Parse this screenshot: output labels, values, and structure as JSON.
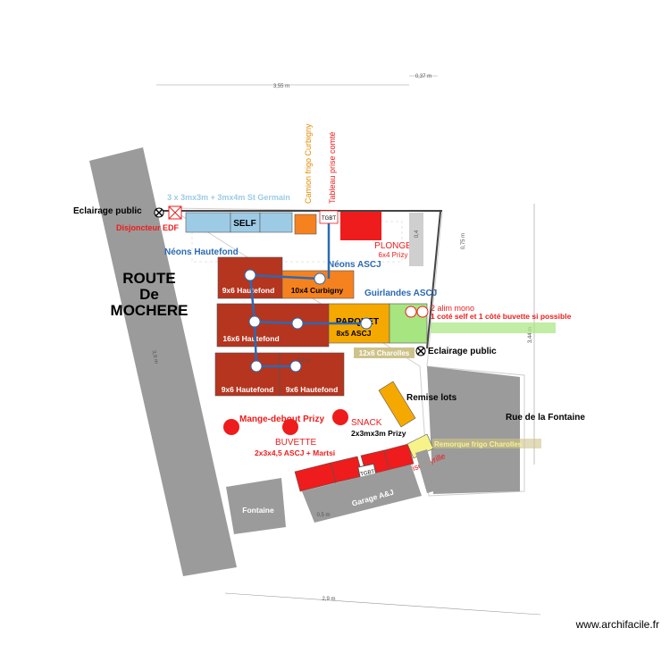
{
  "labels": {
    "road": [
      "ROUTE",
      "De",
      "MOCHERE"
    ],
    "self": "SELF",
    "tgbt": "TGBT",
    "tent_st_germain": "3 x 3mx3m + 3mx4m St Germain",
    "camion_frigo": "Camion frigo Curbigny",
    "tableau_prise": "Tableau prise comté",
    "eclairage_public": "Eclairage public",
    "disjoncteur": "Disjoncteur EDF",
    "plonge": "PLONGE",
    "plonge_size": "6x4 Prizy",
    "neons_hautefond": "Néons Hautefond",
    "neons_ascj": "Néons ASCJ",
    "tent_9x6_top": "9x6 Hautefond",
    "tent_10x4": "10x4 Curbigny",
    "guirlandes": "Guirlandes ASCJ",
    "alim_mono_1": "2 alim mono",
    "alim_mono_2": "1 coté self et 1 côté buvette si possible",
    "tent_16x6": "16x6 Hautefond",
    "parquet": "PARQUET",
    "parquet_size": "8x5 ASCJ",
    "tent_12x6": "12x6 Charolles",
    "eclairage_public_2": "Eclairage public",
    "tent_9x6_left": "9x6 Hautefond",
    "tent_9x6_right": "9x6 Hautefond",
    "remise_lots": "Remise lots",
    "rue_fontaine": "Rue de la Fontaine",
    "mange_debout": "Mange-debout Prizy",
    "snack": "SNACK",
    "snack_size": "2x3mx3m Prizy",
    "buvette": "BUVETTE",
    "buvette_size": "2x3x4,5 ASCJ + Martsi",
    "remorque": "Remorque frigo Charolles",
    "tableau_prise_cyrille": "Tableau prise Cyrille",
    "fontaine": "Fontaine",
    "garage": "Garage A&J",
    "watermark": "www.archifacile.fr"
  },
  "dimensions": {
    "top": "3,55 m",
    "top_right": "0,37 m",
    "right_upper": "0,75 m",
    "right_long": "3,44 m",
    "road_width": "3,9 m",
    "inner": "3,4 m",
    "bottom": "2,9 m",
    "bottom_small": "0,5 m",
    "pillar": "0,4"
  },
  "colors": {
    "road": "#9b9b9b",
    "hautefond": "#b5351f",
    "orange": "#f5821f",
    "red": "#ee1c1c",
    "yellow_orange": "#f5a800",
    "light_blue": "#9dcbe6",
    "green": "#a6e57f",
    "khaki": "#cdc38a",
    "yellow": "#f6f38a",
    "line_blue": "#2a6ab5"
  }
}
